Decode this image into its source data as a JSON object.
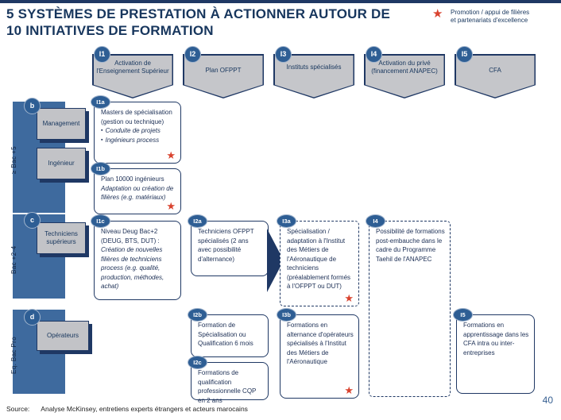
{
  "slide": {
    "title_line1": "5 SYSTÈMES DE PRESTATION À ACTIONNER AUTOUR DE",
    "title_line2": "10 INITIATIVES DE FORMATION",
    "legend_line1": "Promotion / appui de filières",
    "legend_line2": "et partenariats d'excellence",
    "source_label": "Source:",
    "source_text": "Analyse McKinsey, entretiens experts étrangers et acteurs marocains",
    "page_number": "40"
  },
  "icons": {
    "star": "★",
    "bullet": "▪"
  },
  "colors": {
    "navy": "#1f3864",
    "steel_blue": "#3e6a9e",
    "badge_blue": "#2e5e94",
    "box_gray": "#c2c3c7",
    "star_red": "#d9432f"
  },
  "systems": [
    {
      "id": "I1",
      "label": "Activation de l'Enseignement Supérieur"
    },
    {
      "id": "I2",
      "label": "Plan OFPPT"
    },
    {
      "id": "I3",
      "label": "Instituts spécialisés"
    },
    {
      "id": "I4",
      "label": "Activation du privé (financement ANAPEC)"
    },
    {
      "id": "I5",
      "label": "CFA"
    }
  ],
  "levels": [
    {
      "id": "b",
      "label": "≥ Bac +5",
      "roles": [
        "Management",
        "Ingénieur"
      ]
    },
    {
      "id": "c",
      "label": "Bac +2-4",
      "roles": [
        "Techniciens supérieurs"
      ]
    },
    {
      "id": "d",
      "label": "Eq. Bac Pro",
      "roles": [
        "Opérateurs"
      ]
    }
  ],
  "initiatives": {
    "i1a": {
      "id": "I1a",
      "plain": "Masters de spécialisation (gestion ou technique)",
      "bullets": [
        "Conduite de projets",
        "Ingénieurs process"
      ]
    },
    "i1b": {
      "id": "I1b",
      "plain": "Plan 10000 ingénieurs",
      "italic": "Adaptation ou création de filières (e.g. matériaux)"
    },
    "i1c": {
      "id": "I1c",
      "plain": "Niveau Deug Bac+2 (DEUG, BTS, DUT) :",
      "italic": "Création de nouvelles filières de techniciens process (e.g. qualité, production, méthodes, achat)"
    },
    "i2a": {
      "id": "I2a",
      "plain": "Techniciens OFPPT spécialisés (2 ans avec possibilité d'alternance)"
    },
    "i2b": {
      "id": "I2b",
      "plain": "Formation de Spécialisation ou Qualification 6 mois"
    },
    "i2c": {
      "id": "I2c",
      "plain": "Formations de qualification professionnelle CQP en 2 ans"
    },
    "i3a": {
      "id": "I3a",
      "plain": "Spécialisation / adaptation à l'Institut des Métiers de l'Aéronautique de techniciens (préalablement formés à l'OFPPT ou DUT)"
    },
    "i3b": {
      "id": "I3b",
      "plain": "Formations en alternance d'opérateurs spécialisés à l'Institut des Métiers de l'Aéronautique"
    },
    "i4": {
      "id": "I4",
      "plain": "Possibilité de formations post-embauche dans le cadre du Programme Taehil de l'ANAPEC"
    },
    "i5": {
      "id": "I5",
      "plain": "Formations en apprentissage dans les CFA intra ou inter-entreprises"
    }
  }
}
